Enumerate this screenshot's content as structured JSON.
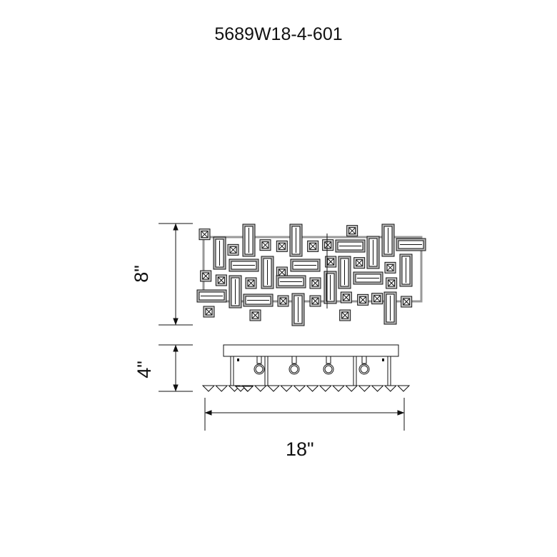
{
  "title": "5689W18-4-601",
  "dimensions": {
    "height_front": "8\"",
    "height_side": "4\"",
    "width": "18\""
  },
  "colors": {
    "line": "#111111",
    "fill": "#dddddd"
  }
}
